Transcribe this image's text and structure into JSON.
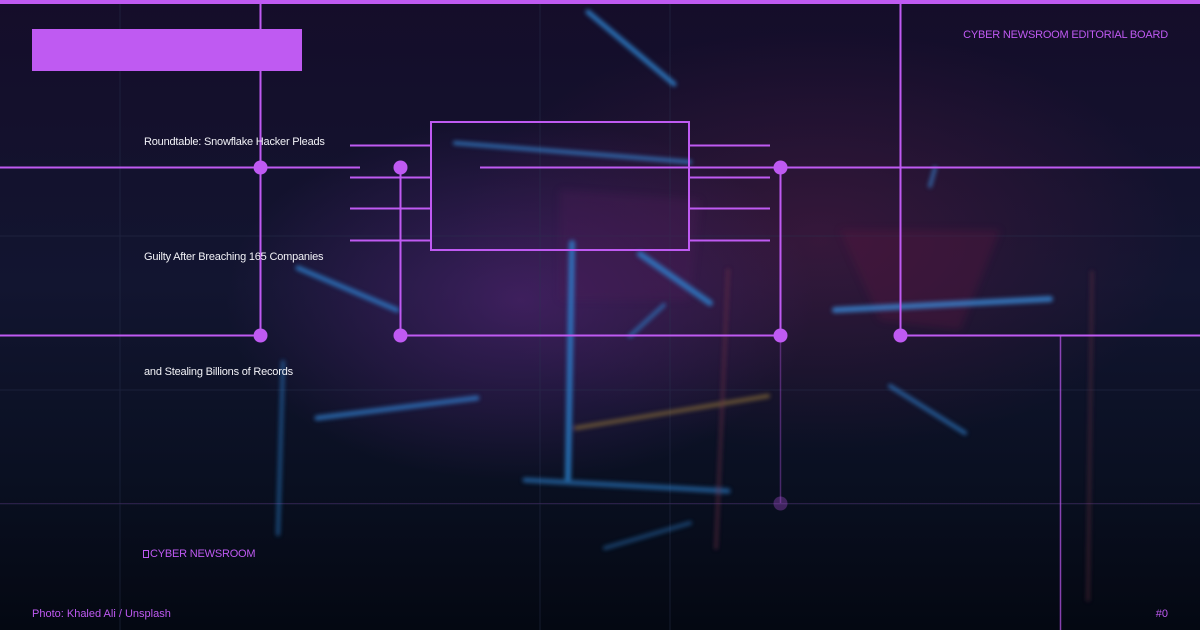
{
  "header": {
    "label_block_text": "",
    "editorial_board": "CYBER NEWSROOM EDITORIAL BOARD"
  },
  "headline": {
    "lines": [
      "Roundtable: Snowflake Hacker Pleads",
      "Guilty After Breaching 165 Companies",
      "and Stealing Billions of Records"
    ]
  },
  "brand": {
    "icon": "box-glyph-icon",
    "name": "CYBER NEWSROOM"
  },
  "footer": {
    "photo_credit": "Photo: Khaled Ali / Unsplash",
    "index": "#0"
  },
  "colors": {
    "accent": "#bf5af2",
    "text": "#f2f2f7",
    "background": "#0a1022"
  }
}
